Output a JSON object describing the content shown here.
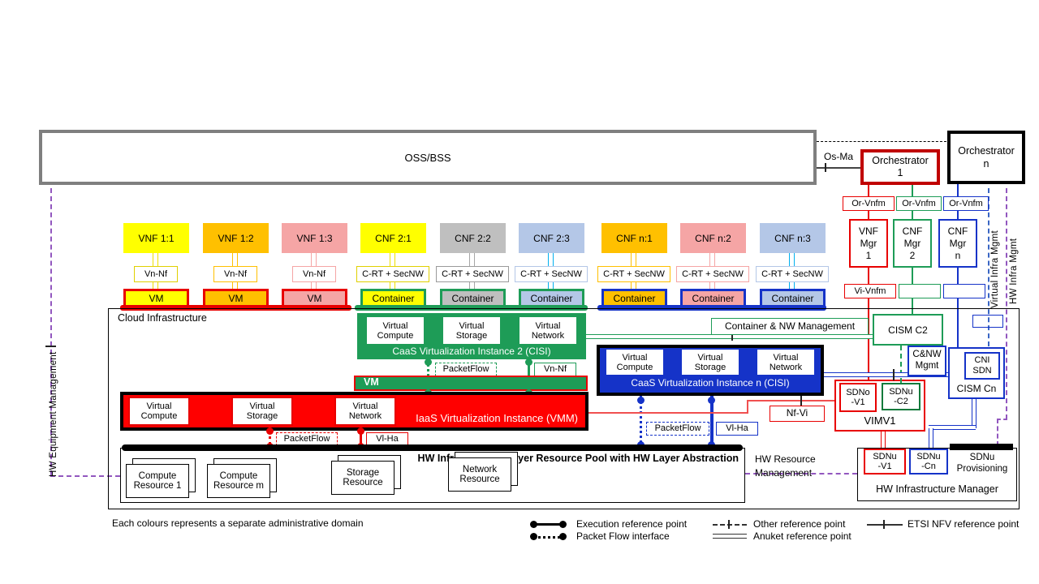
{
  "palette": {
    "yellow": "#FFFF00",
    "orange": "#FFC000",
    "pink": "#F5A5A5",
    "light_blue": "#B4C7E7",
    "gray": "#BFBFBF",
    "cyan_line": "#00B0F0",
    "red": "#FF0000",
    "orchestrator1_red": "#C00000",
    "green": "#1E9C57",
    "blue": "#1533C8",
    "purple_dashed": "#9257BF",
    "blue_dashed": "#3A66C4",
    "oss_border": "#7F7F7F"
  },
  "oss": {
    "label": "OSS/BSS"
  },
  "orchestrators": {
    "o1": "Orchestrator\n1",
    "on": "Orchestrator\nn"
  },
  "managers": {
    "m1": "VNF\nMgr\n1",
    "m2": "CNF\nMgr\n2",
    "mn": "CNF\nMgr\nn"
  },
  "ref_points": {
    "os_ma": "Os-Ma",
    "or_vnfm": "Or-Vnfm",
    "vi_vnfm": "Vi-Vnfm",
    "nf_vi": "Nf-Vi"
  },
  "side_labels": {
    "virtual_infra_mgmt": "Virtual Infra Mgmt",
    "hw_infra_mgmt": "HW Infra Mgmt",
    "hw_equipment_mgmt": "HW Equipment Management",
    "hw_resource_mgmt": "HW Resource\nManagement"
  },
  "nfs": [
    {
      "label": "VNF 1:1",
      "interface": "Vn-Nf",
      "unit": "VM"
    },
    {
      "label": "VNF 1:2",
      "interface": "Vn-Nf",
      "unit": "VM"
    },
    {
      "label": "VNF 1:3",
      "interface": "Vn-Nf",
      "unit": "VM"
    },
    {
      "label": "CNF 2:1",
      "interface": "C-RT + SecNW",
      "unit": "Container"
    },
    {
      "label": "CNF 2:2",
      "interface": "C-RT + SecNW",
      "unit": "Container"
    },
    {
      "label": "CNF 2:3",
      "interface": "C-RT + SecNW",
      "unit": "Container"
    },
    {
      "label": "CNF n:1",
      "interface": "C-RT + SecNW",
      "unit": "Container"
    },
    {
      "label": "CNF n:2",
      "interface": "C-RT + SecNW",
      "unit": "Container"
    },
    {
      "label": "CNF n:3",
      "interface": "C-RT + SecNW",
      "unit": "Container"
    }
  ],
  "cloud": {
    "title": "Cloud Infrastructure",
    "cisi2": {
      "title": "CaaS Virtualization Instance 2 (CISI)",
      "components": [
        "Virtual Compute",
        "Virtual Storage",
        "Virtual Network"
      ]
    },
    "cisin": {
      "title": "CaaS Virtualization Instance n (CISI)",
      "components": [
        "Virtual Compute",
        "Virtual Storage",
        "Virtual Network"
      ]
    },
    "vm_bar_label": "VM",
    "vmm": {
      "title": "IaaS Virtualization Instance (VMM)",
      "components": [
        "Virtual Compute",
        "Virtual Storage",
        "Virtual Network"
      ]
    },
    "connector_labels": {
      "packetflow": "PacketFlow",
      "vn_nf": "Vn-Nf",
      "vl_ha": "Vl-Ha"
    },
    "container_nw_mgmt": "Container & NW Management",
    "cism_c2": "CISM C2",
    "cnw_mgmt": "C&NW\nMgmt",
    "cism_cn": "CISM Cn",
    "cni_sdn": "CNI\nSDN",
    "vim": {
      "title": "VIMV1",
      "sdno_v1": "SDNo\n-V1",
      "sdnu_c2": "SDNu\n-C2"
    },
    "hw_pool": {
      "title": "HW Infrastructure Layer Resource Pool with HW Layer Abstraction",
      "resources": [
        "Compute Resource 1",
        "Compute Resource m",
        "Storage Resource",
        "Network Resource"
      ]
    },
    "hw_mgr": {
      "title": "HW Infrastructure Manager",
      "sdnu_v1": "SDNu\n-V1",
      "sdnu_cn": "SDNu\n-Cn",
      "sdnu_provisioning": "SDNu\nProvisioning"
    }
  },
  "footnote": "Each colours represents a separate administrative domain",
  "legend": {
    "execution": "Execution reference point",
    "packet_flow": "Packet Flow interface",
    "other": "Other reference point",
    "anuket": "Anuket reference point",
    "etsi": "ETSI NFV reference point"
  }
}
